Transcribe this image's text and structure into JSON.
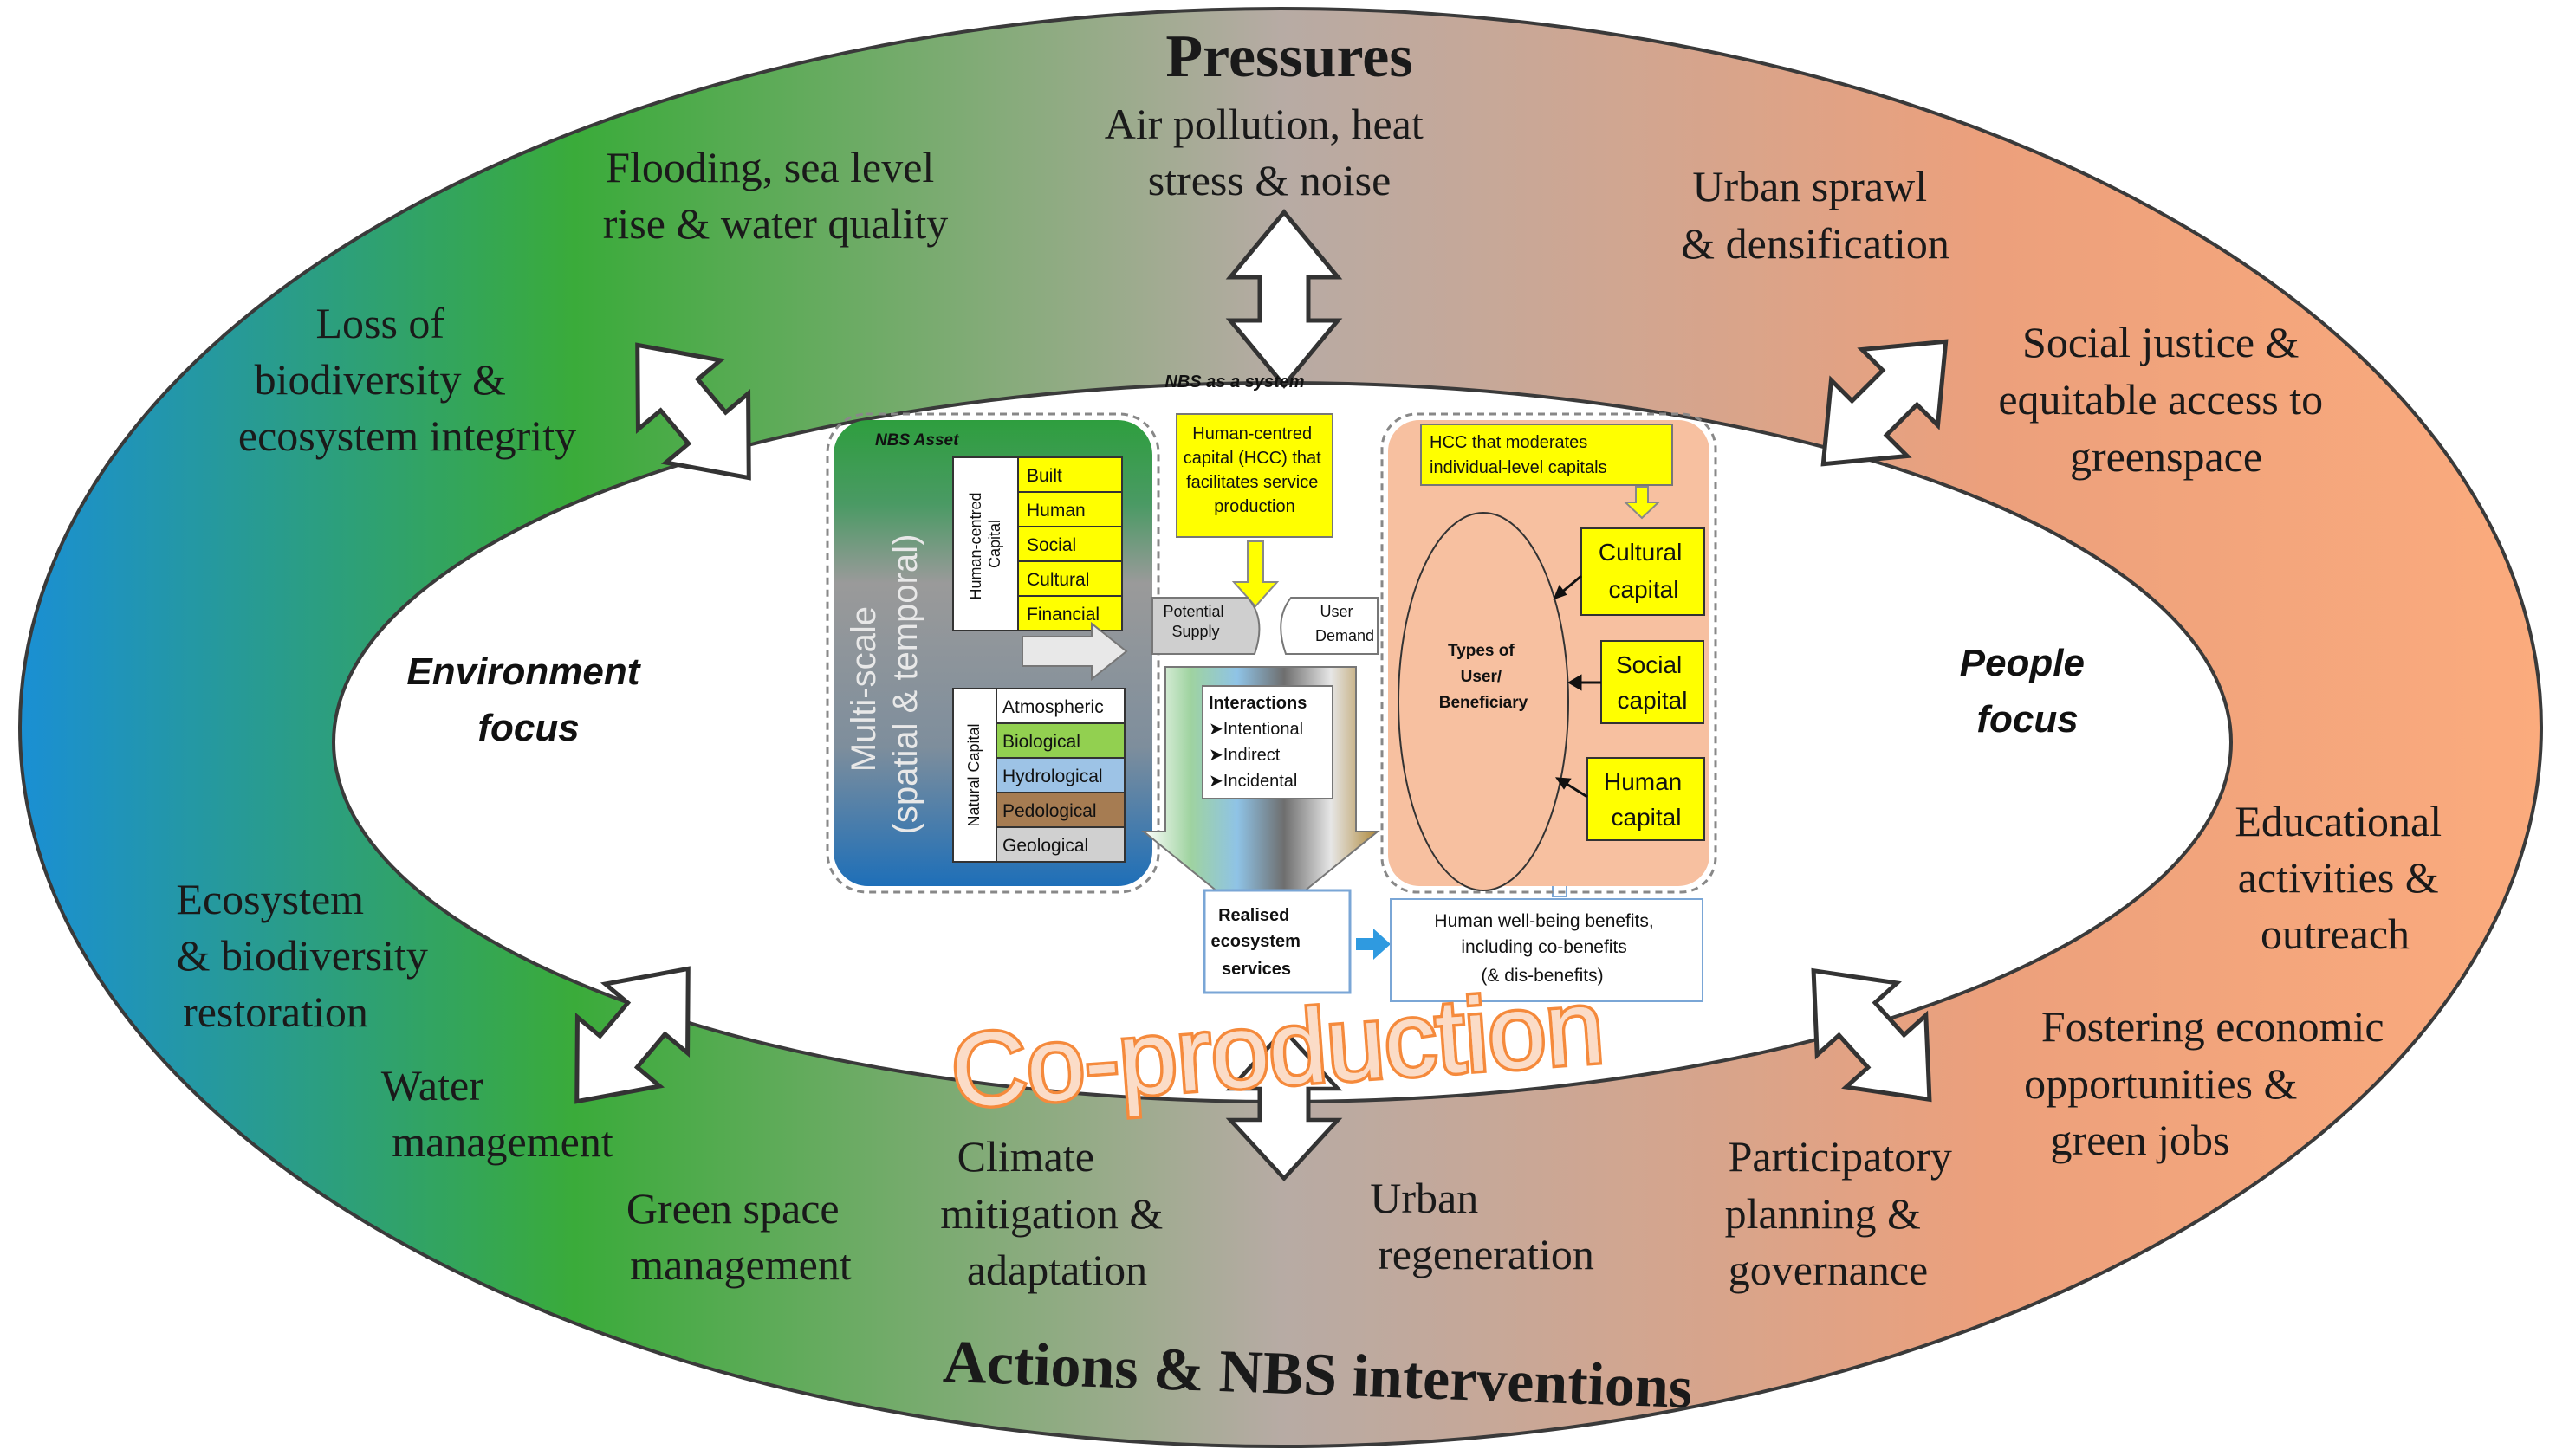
{
  "diagram": {
    "pressures_title": "Pressures",
    "actions_title": "Actions & NBS interventions",
    "coproduction_label": "Co-production",
    "environment_focus": [
      "Environment",
      "focus"
    ],
    "people_focus": [
      "People",
      "focus"
    ],
    "pressures": {
      "air": [
        "Air pollution, heat",
        "stress & noise"
      ],
      "flooding": [
        "Flooding, sea level",
        "rise & water quality"
      ],
      "sprawl": [
        "Urban sprawl",
        "& densification"
      ],
      "biodiversity": [
        "Loss of",
        "biodiversity &",
        "ecosystem integrity"
      ],
      "justice": [
        "Social justice &",
        "equitable access to",
        "greenspace"
      ]
    },
    "actions": {
      "restoration": [
        "Ecosystem",
        "& biodiversity",
        "restoration"
      ],
      "water": [
        "Water",
        "management"
      ],
      "green_space": [
        "Green space",
        "management"
      ],
      "climate": [
        "Climate",
        "mitigation &",
        "adaptation"
      ],
      "regeneration": [
        "Urban",
        "regeneration"
      ],
      "participatory": [
        "Participatory",
        "planning &",
        "governance"
      ],
      "economic": [
        "Fostering economic",
        "opportunities &",
        "green jobs"
      ],
      "education": [
        "Educational",
        "activities &",
        "outreach"
      ]
    },
    "system": {
      "title": "NBS as a system",
      "asset_title": "NBS Asset",
      "multiscale": [
        "Multi-scale",
        "(spatial & temporal)"
      ],
      "human_capital_label": [
        "Human-centred",
        "Capital"
      ],
      "human_capitals": [
        "Built",
        "Human",
        "Social",
        "Cultural",
        "Financial"
      ],
      "natural_capital_label": "Natural Capital",
      "natural_capitals": [
        "Atmospheric",
        "Biological",
        "Hydrological",
        "Pedological",
        "Geological"
      ],
      "hcc_box": [
        "Human-centred",
        "capital (HCC) that",
        "facilitates service",
        "production"
      ],
      "potential_supply": [
        "Potential",
        "Supply"
      ],
      "user_demand": [
        "User",
        "Demand"
      ],
      "interactions_title": "Interactions",
      "interactions": [
        "➤Intentional",
        "➤Indirect",
        "➤Incidental"
      ],
      "realised": [
        "Realised",
        "ecosystem",
        "services"
      ],
      "wellbeing": [
        "Human well-being benefits,",
        "including co-benefits",
        "(& dis-benefits)"
      ],
      "hcc_moderates": [
        "HCC that moderates",
        "individual-level capitals"
      ],
      "user_types": [
        "Types of",
        "User/",
        "Beneficiary"
      ],
      "cultural_capital": [
        "Cultural",
        "capital"
      ],
      "social_capital": [
        "Social",
        "capital"
      ],
      "human_capital": [
        "Human",
        "capital"
      ]
    }
  },
  "colors": {
    "ring_left": "#1a8fd4",
    "ring_green": "#3aab3a",
    "ring_mid": "#b7a9a0",
    "ring_right": "#f9a77a",
    "yellow_box": "#ffff00",
    "coproduction": "#f58a3c",
    "people_panel": "#f7c0a0",
    "asset_blue": "#1e7ec8",
    "asset_green": "#2e9e3e"
  }
}
